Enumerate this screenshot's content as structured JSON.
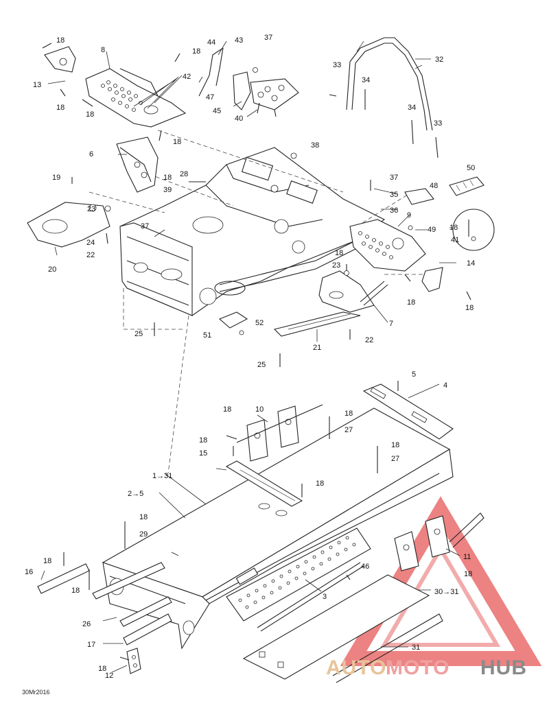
{
  "diagram_code": "30Mr2016",
  "watermark": {
    "text_a": "AUTO",
    "text_b": "MOTO",
    "text_c": "HUB",
    "color_a": "#e8c49a",
    "color_b": "#f0a0a0",
    "color_c": "#8a8a8a",
    "triangle_color": "#e23b3b"
  },
  "callouts": {
    "c1_31": "1→31",
    "c2_5": "2→5",
    "c3": "3",
    "c4": "4",
    "c5": "5",
    "c6": "6",
    "c7": "7",
    "c8": "8",
    "c9": "9",
    "c10": "10",
    "c11": "11",
    "c12": "12",
    "c13": "13",
    "c14": "14",
    "c15": "15",
    "c16": "16",
    "c17": "17",
    "c18": "18",
    "c19": "19",
    "c20": "20",
    "c21": "21",
    "c22": "22",
    "c23": "23",
    "c24": "24",
    "c25": "25",
    "c26": "26",
    "c27": "27",
    "c28": "28",
    "c29": "29",
    "c30_31": "30→31",
    "c31": "31",
    "c32": "32",
    "c33": "33",
    "c34": "34",
    "c35": "35",
    "c36": "36",
    "c37": "37",
    "c38": "38",
    "c39": "39",
    "c40": "40",
    "c41": "41",
    "c42": "42",
    "c43": "43",
    "c44": "44",
    "c45": "45",
    "c46": "46",
    "c47": "47",
    "c48": "48",
    "c49": "49",
    "c50": "50",
    "c51": "51",
    "c52": "52"
  }
}
